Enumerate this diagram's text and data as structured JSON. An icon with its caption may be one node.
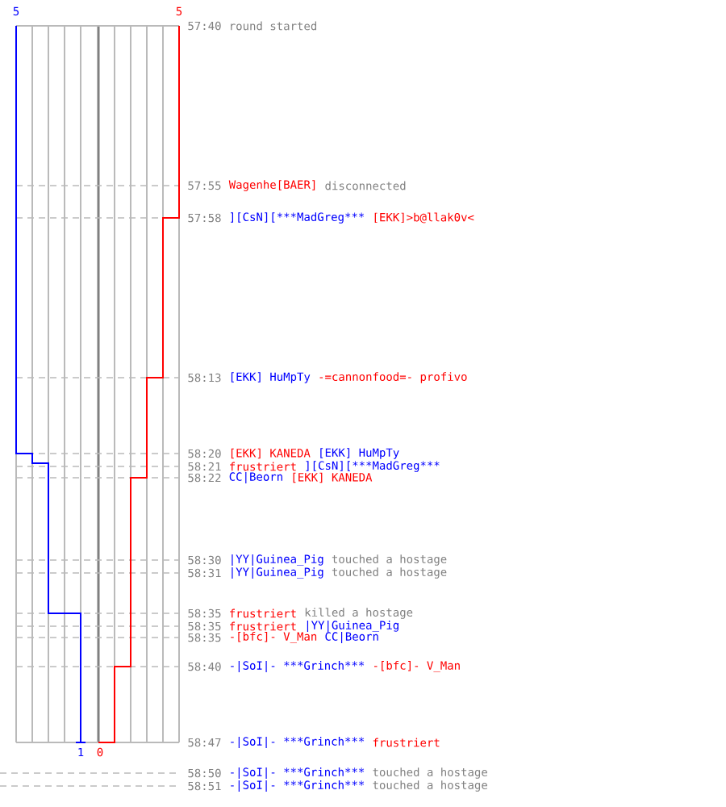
{
  "diagram": {
    "labels": [
      "5",
      "5",
      "57:40",
      "round started",
      "57:55",
      "Wagenhe[BAER]",
      "disconnected",
      "57:58",
      "][CsN][***MadGreg***",
      "[EKK]>b@llak0v<",
      "58:13",
      "[EKK] HuMpTy",
      "-=cannonfood=- profivo",
      "58:20",
      "[EKK] KANEDA",
      "[EKK] HuMpTy",
      "58:21",
      "frustriert",
      "][CsN][***MadGreg***",
      "58:22",
      "CC|Beorn",
      "[EKK] KANEDA",
      "58:30",
      "|YY|Guinea_Pig",
      "touched a hostage",
      "58:31",
      "|YY|Guinea_Pig",
      "touched a hostage",
      "58:35",
      "frustriert",
      "killed a hostage",
      "58:35",
      "frustriert",
      "|YY|Guinea_Pig",
      "58:35",
      "-[bfc]- V_Man",
      "CC|Beorn",
      "58:40",
      "-|SoI|- ***Grinch***",
      "-[bfc]- V_Man",
      "58:47",
      "-|SoI|- ***Grinch***",
      "frustriert",
      "58:50",
      "-|SoI|- ***Grinch***",
      "touched a hostage",
      "58:51",
      "-|SoI|- ***Grinch***",
      "touched a hostage",
      "1",
      "0"
    ]
  }
}
